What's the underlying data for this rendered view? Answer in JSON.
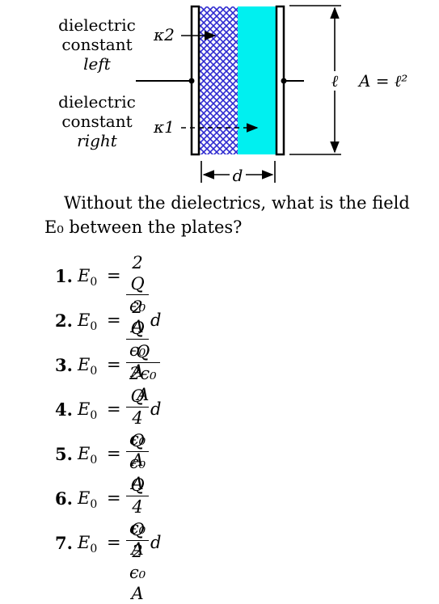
{
  "diagram": {
    "label_top": [
      "dielectric",
      "constant",
      "left"
    ],
    "label_bottom": [
      "dielectric",
      "constant",
      "right"
    ],
    "kappa_top": "κ2",
    "kappa_bottom": "κ1",
    "length_label": "ℓ",
    "area_label": "A = ℓ²",
    "gap_label": "d",
    "colors": {
      "left_dielectric": "#2e2ad0",
      "right_dielectric": "#00f0f0"
    }
  },
  "question": "Without the dielectrics, what is the field E₀ between the plates?",
  "options": [
    {
      "number": "1.",
      "lhs": "E",
      "sub": "0",
      "eq": "=",
      "numerator": "2 Q",
      "denominator": "ϵ₀ A",
      "tail": ""
    },
    {
      "number": "2.",
      "lhs": "E",
      "sub": "0",
      "eq": "=",
      "numerator": "2 Q",
      "denominator": "ϵ₀ A",
      "tail": "d"
    },
    {
      "number": "3.",
      "lhs": "E",
      "sub": "0",
      "eq": "=",
      "numerator": "Q",
      "denominator": "2ϵ₀ A",
      "tail": ""
    },
    {
      "number": "4.",
      "lhs": "E",
      "sub": "0",
      "eq": "=",
      "numerator": "Q",
      "denominator": "4 ϵ₀ A",
      "tail": "d"
    },
    {
      "number": "5.",
      "lhs": "E",
      "sub": "0",
      "eq": "=",
      "numerator": "Q",
      "denominator": "ϵ₀ A",
      "tail": ""
    },
    {
      "number": "6.",
      "lhs": "E",
      "sub": "0",
      "eq": "=",
      "numerator": "Q",
      "denominator": "4 ϵ₀ A",
      "tail": ""
    },
    {
      "number": "7.",
      "lhs": "E",
      "sub": "0",
      "eq": "=",
      "numerator": "Q",
      "denominator": "2 ϵ₀ A",
      "tail": "d"
    }
  ]
}
